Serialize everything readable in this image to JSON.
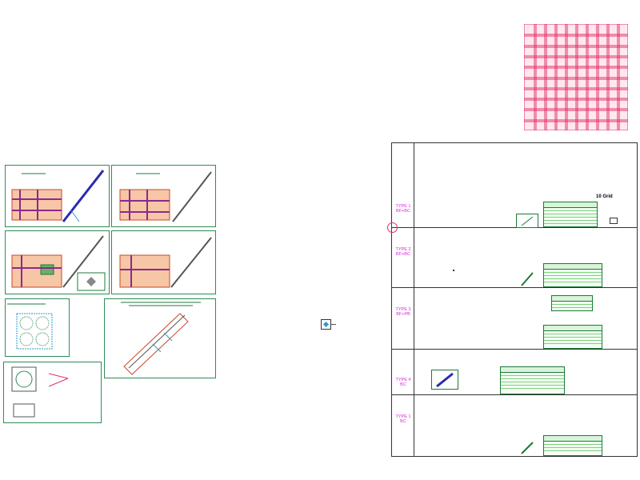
{
  "viewport": {
    "title": ""
  },
  "grid_label": "10 Grid",
  "type_rows": [
    {
      "name": "TYPE 1",
      "code": "BF+BC"
    },
    {
      "name": "TYPE 2",
      "code": "BF+BC"
    },
    {
      "name": "TYPE 3",
      "code": "BF+PB"
    },
    {
      "name": "TYPE 4",
      "code": "BC"
    },
    {
      "name": "TYPE 1",
      "code": "BC"
    }
  ],
  "colors": {
    "sheet_border": "#2e8b57",
    "grid_red": "#e0306a",
    "type_label": "#e020e0",
    "table_green": "#1c7a3a"
  }
}
